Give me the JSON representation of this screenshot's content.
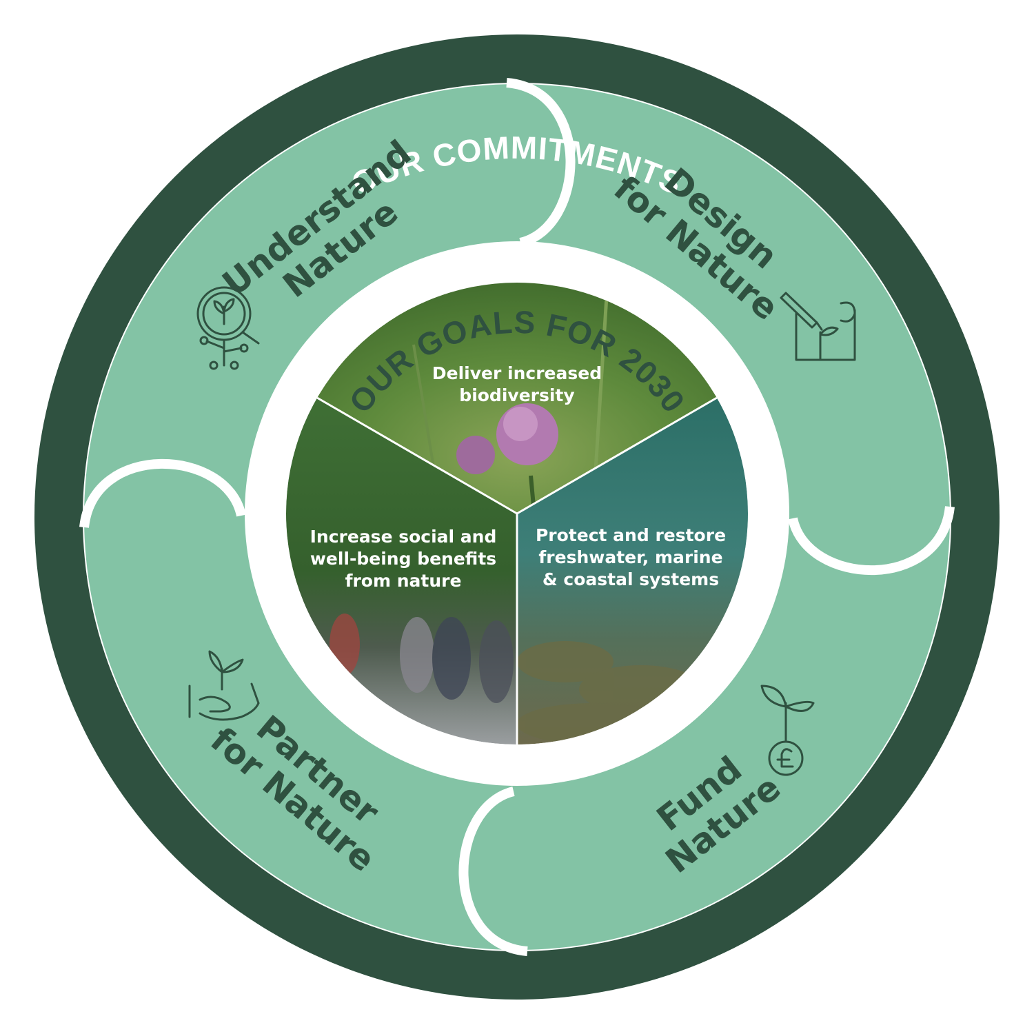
{
  "outer_ring_title": "OUR COMMITMENTS",
  "inner_ring_title": "OUR GOALS FOR 2030",
  "commitments": [
    {
      "line1": "Understand",
      "line2": "Nature",
      "icon": "magnifier-plant-icon"
    },
    {
      "line1": "Design",
      "line2": "for Nature",
      "icon": "pencil-blueprint-icon"
    },
    {
      "line1": "Fund",
      "line2": "Nature",
      "icon": "sprout-pound-coin-icon"
    },
    {
      "line1": "Partner",
      "line2": "for Nature",
      "icon": "hand-sprout-icon"
    }
  ],
  "goals": [
    {
      "lines": [
        "Deliver increased",
        "biodiversity"
      ],
      "image": "clover-flower-meadow"
    },
    {
      "lines": [
        "Protect and restore",
        "freshwater, marine",
        "& coastal systems"
      ],
      "image": "underwater-seagrass"
    },
    {
      "lines": [
        "Increase social and",
        "well-being benefits",
        "from nature"
      ],
      "image": "trees-and-people"
    }
  ],
  "colors": {
    "dark_green": "#2f5140",
    "light_green": "#83c3a5",
    "white": "#ffffff"
  }
}
